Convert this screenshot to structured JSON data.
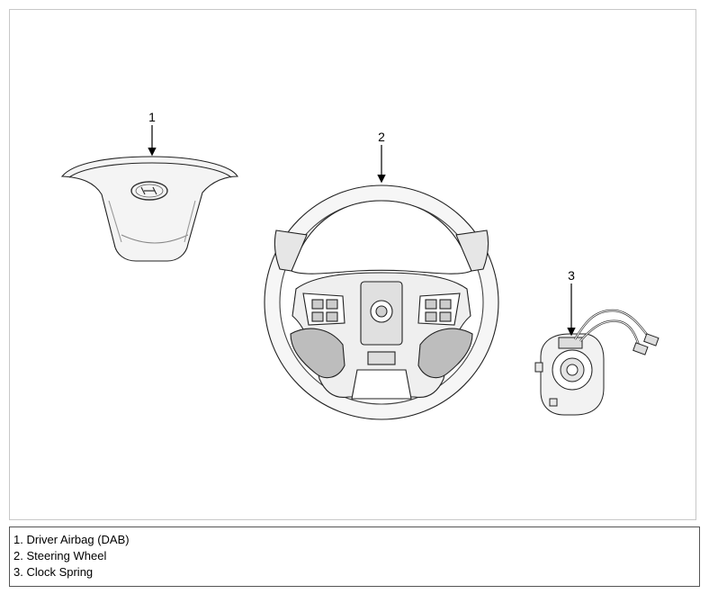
{
  "callouts": [
    "1",
    "2",
    "3"
  ],
  "legend": {
    "items": [
      "1. Driver Airbag (DAB)",
      "2. Steering Wheel",
      "3. Clock Spring"
    ]
  }
}
